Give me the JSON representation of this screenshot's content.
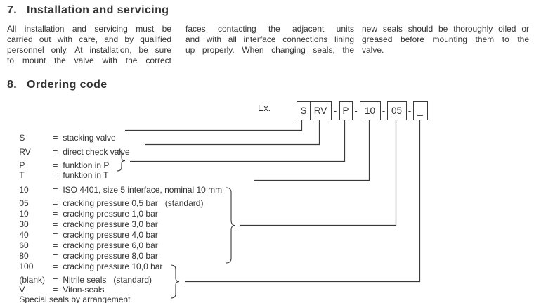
{
  "colors": {
    "background": "#ffffff",
    "text": "#333333",
    "line": "#3a3a3a"
  },
  "section7": {
    "number": "7.",
    "title": "Installation and servicing",
    "columns": [
      {
        "lines": [
          "All installation and servicing must be",
          "carried out with care, and by qualified",
          "personnel only. At installation, be sure",
          "to mount the valve with the correct"
        ]
      },
      {
        "lines": [
          "faces contacting the adjacent units",
          "and with all interface connections lining",
          "up properly. When changing seals, the"
        ]
      },
      {
        "lines": [
          "new seals should be thoroughly oiled or",
          "greased before mounting them to the",
          "valve."
        ]
      }
    ]
  },
  "section8": {
    "number": "8.",
    "title": "Ordering code",
    "example_label": "Ex.",
    "separator": "-",
    "code_boxes": [
      "S",
      "RV",
      "P",
      "10",
      "05",
      "_"
    ],
    "rows": [
      {
        "code": "S",
        "eq": "=",
        "desc": "stacking valve"
      },
      {
        "code": "RV",
        "eq": "=",
        "desc": "direct check valve"
      },
      {
        "code": "P",
        "eq": "=",
        "desc": "funktion in P"
      },
      {
        "code": "T",
        "eq": "=",
        "desc": "funktion in T"
      },
      {
        "code": "10",
        "eq": "=",
        "desc": "ISO 4401, size 5 interface, nominal 10 mm"
      },
      {
        "code": "05",
        "eq": "=",
        "desc": "cracking pressure 0,5 bar   (standard)"
      },
      {
        "code": "10",
        "eq": "=",
        "desc": "cracking pressure 1,0 bar"
      },
      {
        "code": "30",
        "eq": "=",
        "desc": "cracking pressure 3,0 bar"
      },
      {
        "code": "40",
        "eq": "=",
        "desc": "cracking pressure 4,0 bar"
      },
      {
        "code": "60",
        "eq": "=",
        "desc": "cracking pressure 6,0 bar"
      },
      {
        "code": "80",
        "eq": "=",
        "desc": "cracking pressure 8,0 bar"
      },
      {
        "code": "100",
        "eq": "=",
        "desc": "cracking pressure 10,0 bar"
      },
      {
        "code": "(blank)",
        "eq": "=",
        "desc": "Nitrile seals   (standard)"
      },
      {
        "code": "V",
        "eq": "=",
        "desc": "Viton-seals"
      },
      {
        "note": "Special seals by arrangement"
      }
    ]
  }
}
